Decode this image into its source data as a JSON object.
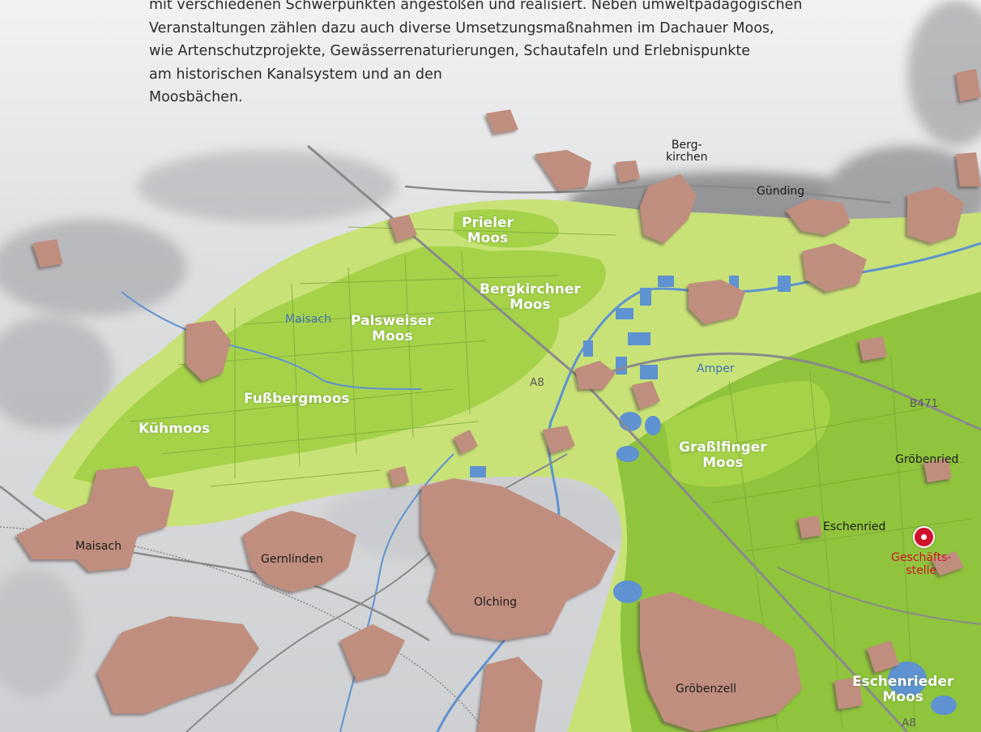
{
  "intro": {
    "lines": [
      "mit verschiedenen Schwerpunkten angestoßen und realisiert. Neben umweltpädagogischen",
      "Veranstaltungen zählen dazu auch diverse Umsetzungsmaßnahmen im Dachauer Moos,",
      "wie Artenschutzprojekte, Gewässerrenaturierungen, Schautafeln und Erlebnispunkte",
      "am historischen Kanalsystem und an den",
      "Moosbächen."
    ]
  },
  "map": {
    "colors": {
      "relief": "#d9dadc",
      "moor_light": "#c8e277",
      "moor": "#a6d24a",
      "moor_dark": "#8fc43c",
      "settlement": "#c08e7e",
      "water": "#5f92d0",
      "road": "#8a8a8c",
      "office": "#d0112b"
    },
    "towns": {
      "bergkirchen": {
        "line1": "Berg-",
        "line2": "kirchen"
      },
      "guending": "Günding",
      "groebenried": "Gröbenried",
      "eschenried": "Eschenried",
      "maisach": "Maisach",
      "gernlinden": "Gernlinden",
      "olching": "Olching",
      "groebenzell": "Gröbenzell"
    },
    "moors": {
      "prieler": {
        "line1": "Prieler",
        "line2": "Moos"
      },
      "bergkirchner": {
        "line1": "Bergkirchner",
        "line2": "Moos"
      },
      "palsweiser": {
        "line1": "Palsweiser",
        "line2": "Moos"
      },
      "fussberg": "Fußbergmoos",
      "kuehmoos": "Kühmoos",
      "grasslfinger": {
        "line1": "Graßlfinger",
        "line2": "Moos"
      },
      "eschenrieder": {
        "line1": "Eschenrieder",
        "line2": "Moos"
      }
    },
    "waters": {
      "maisach": "Maisach",
      "amper": "Amper"
    },
    "roads": {
      "a8_north": "A8",
      "b471": "B471",
      "a8_south": "A8"
    },
    "office": {
      "icon": "location-dot-icon",
      "line1": "Geschäfts-",
      "line2": "stelle"
    }
  }
}
